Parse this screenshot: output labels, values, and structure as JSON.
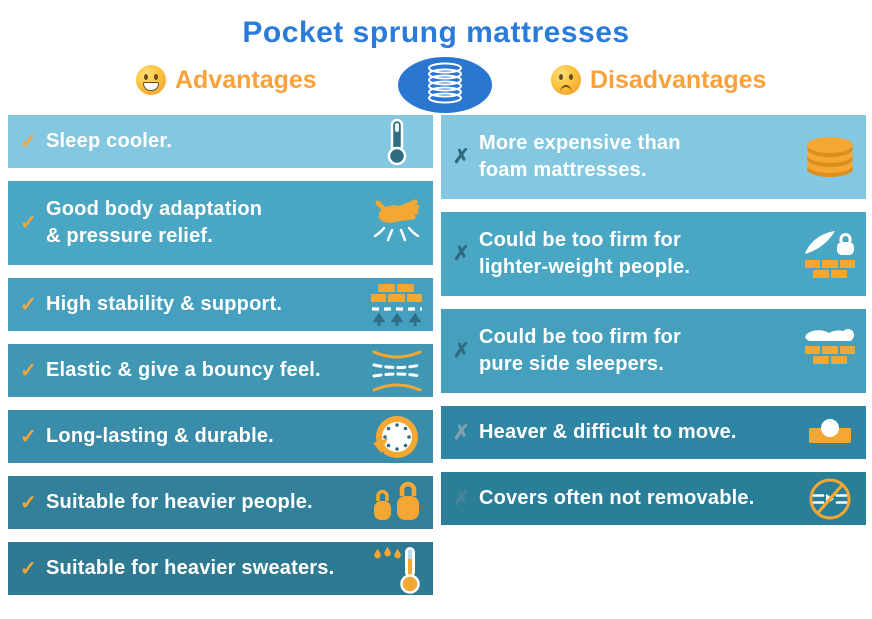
{
  "title": "Pocket sprung mattresses",
  "center_icon": "mattress-spring",
  "glyphs": {
    "check": "✓",
    "cross": "✗"
  },
  "colors": {
    "title_blue": "#2b7cd9",
    "header_orange": "#f9a13a",
    "row_text": "#ffffff",
    "accent_orange": "#f5a733",
    "dark_teal": "#2d6e84",
    "badge_blue": "#2a77d2"
  },
  "advantages": {
    "header": "Advantages",
    "emoji": "happy-emoji",
    "rows": [
      {
        "text": "Sleep cooler.",
        "icon": "thermometer-cold",
        "bg": "#84c7e0",
        "mark": "check",
        "mark_color": "#f6a63a"
      },
      {
        "text": "Good body adaptation\n& pressure relief.",
        "icon": "hand-pressure",
        "bg": "#4aa7c4",
        "mark": "check",
        "mark_color": "#f6a63a"
      },
      {
        "text": "High stability & support.",
        "icon": "bricks-support",
        "bg": "#45a0bf",
        "mark": "check",
        "mark_color": "#f6a63a"
      },
      {
        "text": "Elastic & give a bouncy feel.",
        "icon": "elastic-curves",
        "bg": "#3f97b4",
        "mark": "check",
        "mark_color": "#f6a63a"
      },
      {
        "text": "Long-lasting & durable.",
        "icon": "clock-durable",
        "bg": "#3a8daa",
        "mark": "check",
        "mark_color": "#f6a63a"
      },
      {
        "text": "Suitable for heavier people.",
        "icon": "kettlebells",
        "bg": "#33809b",
        "mark": "check",
        "mark_color": "#f6a63a"
      },
      {
        "text": "Suitable for heavier sweaters.",
        "icon": "thermometer-sweat",
        "bg": "#2f7a93",
        "mark": "check",
        "mark_color": "#f6a63a"
      }
    ]
  },
  "disadvantages": {
    "header": "Disadvantages",
    "emoji": "sad-emoji",
    "rows": [
      {
        "text": "More expensive than\nfoam mattresses.",
        "icon": "coins",
        "bg": "#84c7e0",
        "mark": "cross",
        "mark_color": "#2e6b80"
      },
      {
        "text": "Could be too firm for\nlighter-weight people.",
        "icon": "feather-weight",
        "bg": "#4aa7c4",
        "mark": "cross",
        "mark_color": "#2e6b80"
      },
      {
        "text": "Could be too firm for\npure side sleepers.",
        "icon": "side-sleeper",
        "bg": "#44a0bd",
        "mark": "cross",
        "mark_color": "#2e6b80"
      },
      {
        "text": "Heaver & difficult to move.",
        "icon": "trolley",
        "bg": "#2e86a4",
        "mark": "cross",
        "mark_color": "#7fa2ad"
      },
      {
        "text": "Covers often not removable.",
        "icon": "no-zipper",
        "bg": "#2a7e98",
        "mark": "cross",
        "mark_color": "#4a8499"
      }
    ]
  }
}
